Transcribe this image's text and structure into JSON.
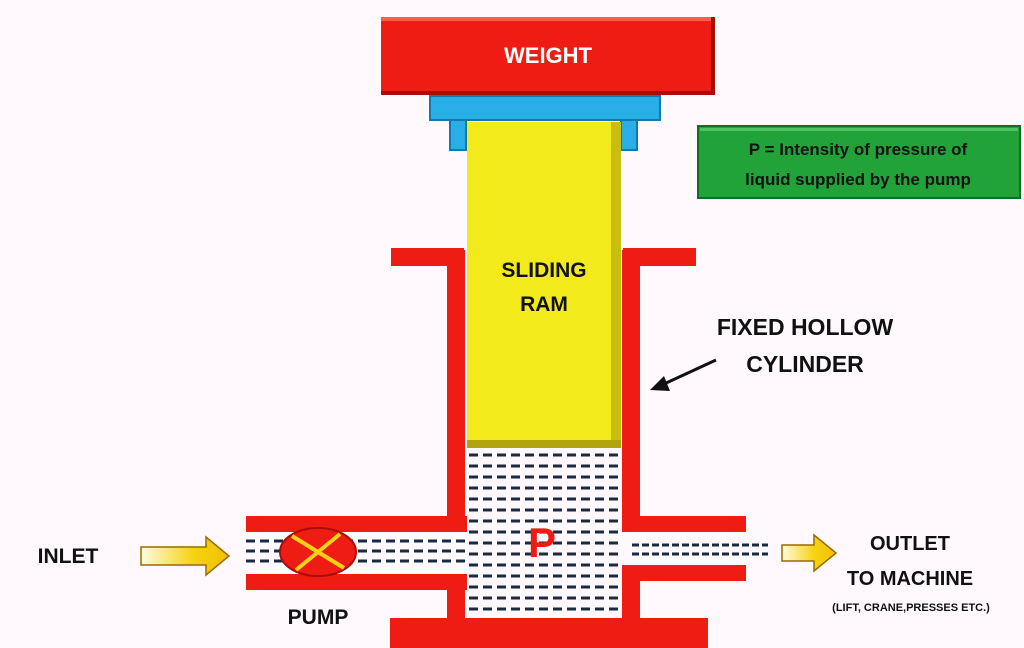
{
  "weight_label": "WEIGHT",
  "ram_label_1": "SLIDING",
  "ram_label_2": "RAM",
  "legend_line_1": "P = Intensity of pressure of",
  "legend_line_2": "liquid supplied by the pump",
  "cylinder_label_1": "FIXED HOLLOW",
  "cylinder_label_2": "CYLINDER",
  "pressure_symbol": "P",
  "inlet_label": "INLET",
  "pump_label": "PUMP",
  "outlet_label_1": "OUTLET",
  "outlet_label_2": "TO MACHINE",
  "outlet_note": "(LIFT, CRANE,PRESSES ETC.)",
  "colors": {
    "red": "#ee1c12",
    "yellow": "#f3ea1c",
    "blue": "#29aee8",
    "green": "#21a33a",
    "arrow": "#f5d312",
    "background": "#fff8fc"
  }
}
